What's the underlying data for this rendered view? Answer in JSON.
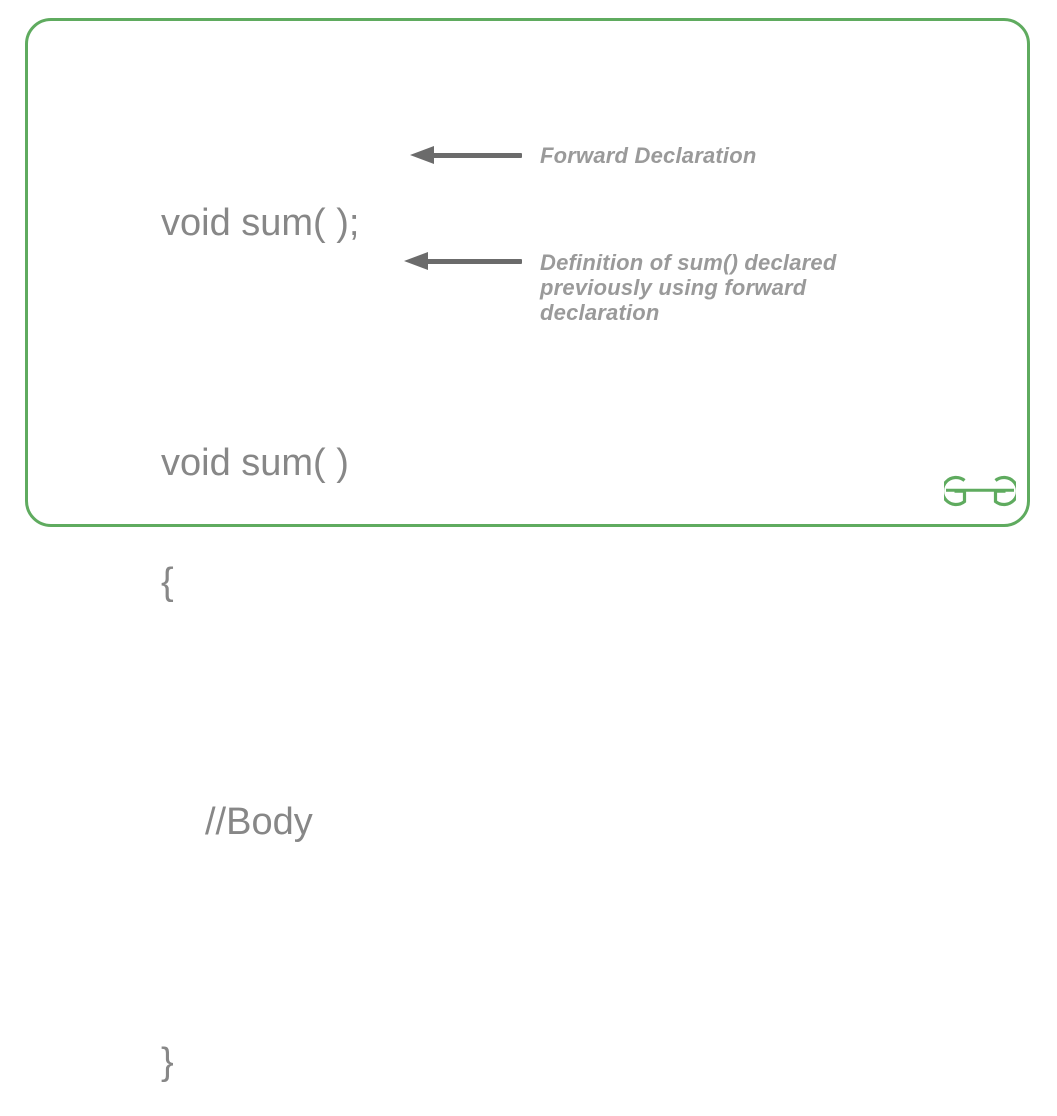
{
  "page": {
    "background_color": "#ffffff",
    "border_color": "#5fab5f",
    "code_text_color": "#878787",
    "arrow_color": "#6b6b6b",
    "annotation_text_color": "#9a9a9a",
    "logo_color": "#5fab5f"
  },
  "code": {
    "lines": [
      "void sum( );",
      "",
      "void sum( )",
      "{",
      "",
      "//Body",
      "",
      "}"
    ],
    "line_forward_declaration": "void sum( );",
    "line_definition_signature": "void sum( )",
    "line_open_brace": "{",
    "line_body_comment": "//Body",
    "line_close_brace": "}"
  },
  "annotations": [
    {
      "text": "Forward Declaration",
      "lines": [
        "Forward Declaration"
      ],
      "points_to": "void sum( );"
    },
    {
      "text": "Definition of sum() declared previously using forward declaration",
      "lines": [
        "Definition of sum() declared",
        "previously using forward",
        "declaration"
      ],
      "points_to": "void sum( )"
    }
  ],
  "arrows": [
    {
      "name": "arrow-to-forward-declaration",
      "direction": "left"
    },
    {
      "name": "arrow-to-definition",
      "direction": "left"
    }
  ],
  "logo": {
    "name": "geeksforgeeks-logo",
    "alt_text": "GeeksforGeeks"
  }
}
